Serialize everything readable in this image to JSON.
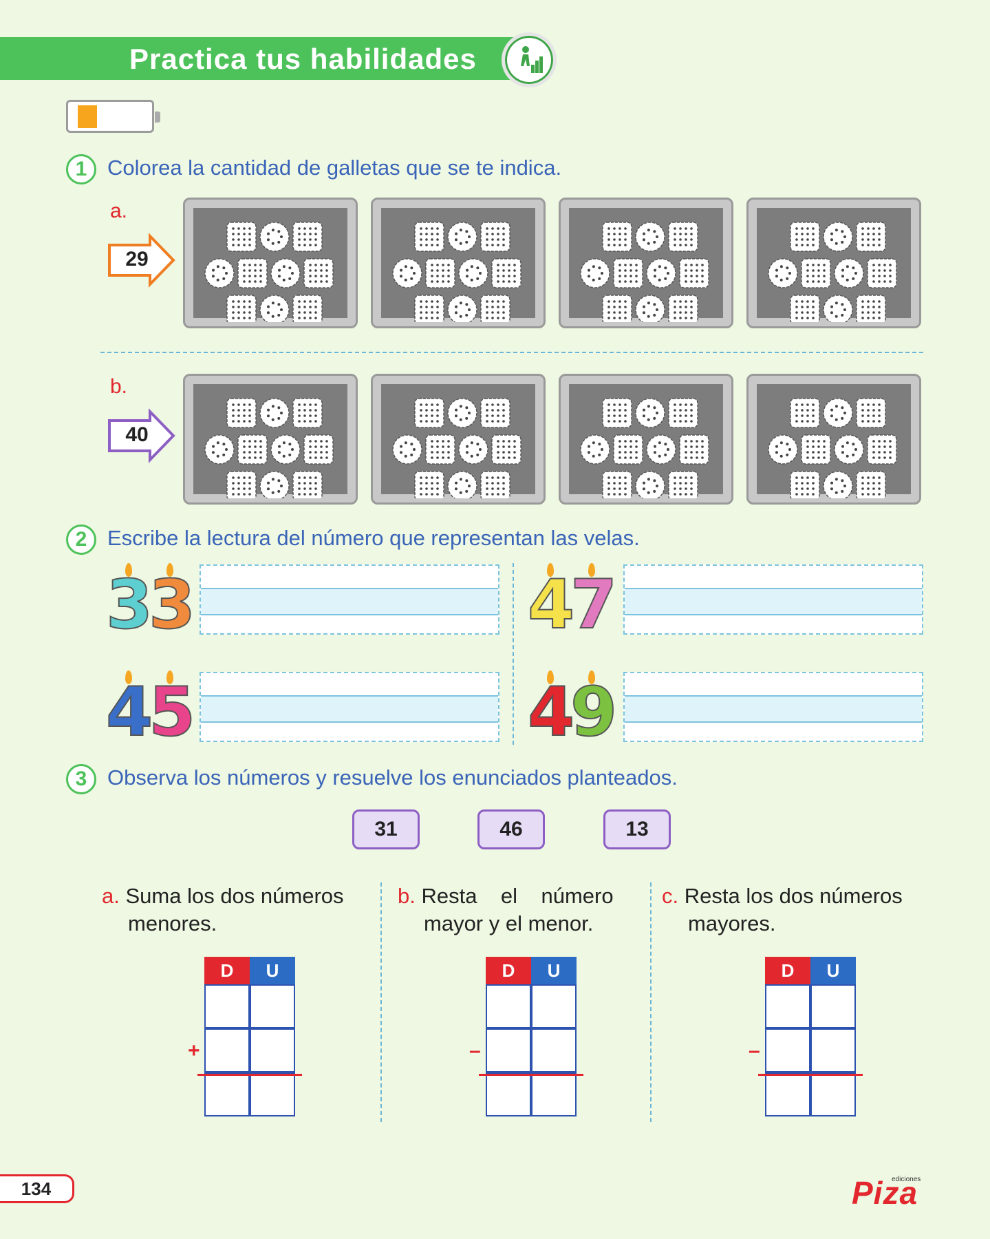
{
  "header": {
    "title": "Practica tus habilidades",
    "icon": "climbing-person-icon"
  },
  "accent_green": "#4ec25a",
  "text_blue": "#3a64b8",
  "red": "#e2272e",
  "questions": {
    "q1": {
      "num": "1",
      "text": "Colorea la cantidad de galletas que se te indica.",
      "a": {
        "letter": "a.",
        "value": "29",
        "arrow_color": "#ef7d22"
      },
      "b": {
        "letter": "b.",
        "value": "40",
        "arrow_color": "#8d5fc4"
      }
    },
    "q2": {
      "num": "2",
      "text": "Escribe la lectura del número que representan las velas.",
      "candles": [
        {
          "d1": "3",
          "d2": "3",
          "c1": "#5ecfd0",
          "c2": "#f08a3c"
        },
        {
          "d1": "4",
          "d2": "7",
          "c1": "#f5e14a",
          "c2": "#e27ac0"
        },
        {
          "d1": "4",
          "d2": "5",
          "c1": "#3a6fc9",
          "c2": "#e8448b"
        },
        {
          "d1": "4",
          "d2": "9",
          "c1": "#e2272e",
          "c2": "#7cc240"
        }
      ]
    },
    "q3": {
      "num": "3",
      "text": "Observa los números y resuelve los enunciados planteados.",
      "numbers": [
        "31",
        "46",
        "13"
      ],
      "a": {
        "letter": "a.",
        "line1": "Suma los dos números",
        "line2": "menores.",
        "sign": "+"
      },
      "b": {
        "letter": "b.",
        "line1": "Resta    el    número",
        "line2": "mayor y el menor.",
        "sign": "–"
      },
      "c": {
        "letter": "c.",
        "line1": "Resta los dos números",
        "line2": "mayores.",
        "sign": "–"
      },
      "table_headers": {
        "d": "D",
        "u": "U"
      }
    }
  },
  "footer": {
    "page_number": "134",
    "logo": "Piza",
    "logo_small": "ediciones"
  }
}
